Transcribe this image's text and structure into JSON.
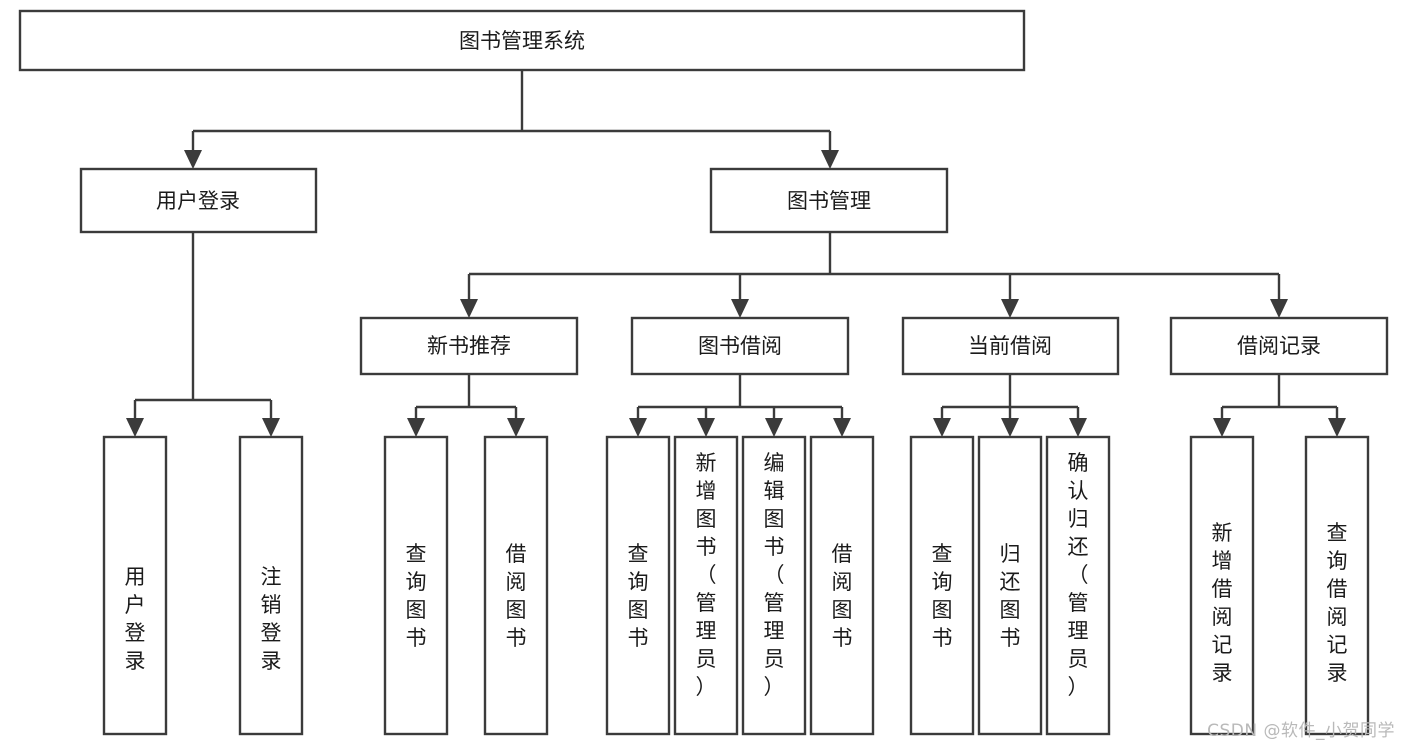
{
  "diagram": {
    "title": "图书管理系统",
    "type": "tree-hierarchy-diagram",
    "colors": {
      "stroke": "#3b3b3b",
      "box_fill": "#ffffff",
      "text": "#1b1b1b",
      "background": "#ffffff",
      "watermark": "#b9b9b9"
    },
    "root": {
      "label": "图书管理系统",
      "orientation": "horizontal"
    },
    "level2": [
      {
        "label": "用户登录",
        "orientation": "horizontal"
      },
      {
        "label": "图书管理",
        "orientation": "horizontal"
      }
    ],
    "level3": [
      {
        "label": "新书推荐",
        "orientation": "horizontal",
        "parent": "图书管理"
      },
      {
        "label": "图书借阅",
        "orientation": "horizontal",
        "parent": "图书管理"
      },
      {
        "label": "当前借阅",
        "orientation": "horizontal",
        "parent": "图书管理"
      },
      {
        "label": "借阅记录",
        "orientation": "horizontal",
        "parent": "图书管理"
      }
    ],
    "leaves": {
      "用户登录": [
        {
          "label": "用户登录",
          "orientation": "vertical"
        },
        {
          "label": "注销登录",
          "orientation": "vertical"
        }
      ],
      "新书推荐": [
        {
          "label": "查询图书",
          "orientation": "vertical"
        },
        {
          "label": "借阅图书",
          "orientation": "vertical"
        }
      ],
      "图书借阅": [
        {
          "label": "查询图书",
          "orientation": "vertical"
        },
        {
          "label": "新增图书（管理员）",
          "orientation": "vertical"
        },
        {
          "label": "编辑图书（管理员）",
          "orientation": "vertical"
        },
        {
          "label": "借阅图书",
          "orientation": "vertical"
        }
      ],
      "当前借阅": [
        {
          "label": "查询图书",
          "orientation": "vertical"
        },
        {
          "label": "归还图书",
          "orientation": "vertical"
        },
        {
          "label": "确认归还（管理员）",
          "orientation": "vertical"
        }
      ],
      "借阅记录": [
        {
          "label": "新增借阅记录",
          "orientation": "vertical"
        },
        {
          "label": "查询借阅记录",
          "orientation": "vertical"
        }
      ]
    }
  },
  "watermark": {
    "text": "CSDN @软件_小贺同学"
  }
}
